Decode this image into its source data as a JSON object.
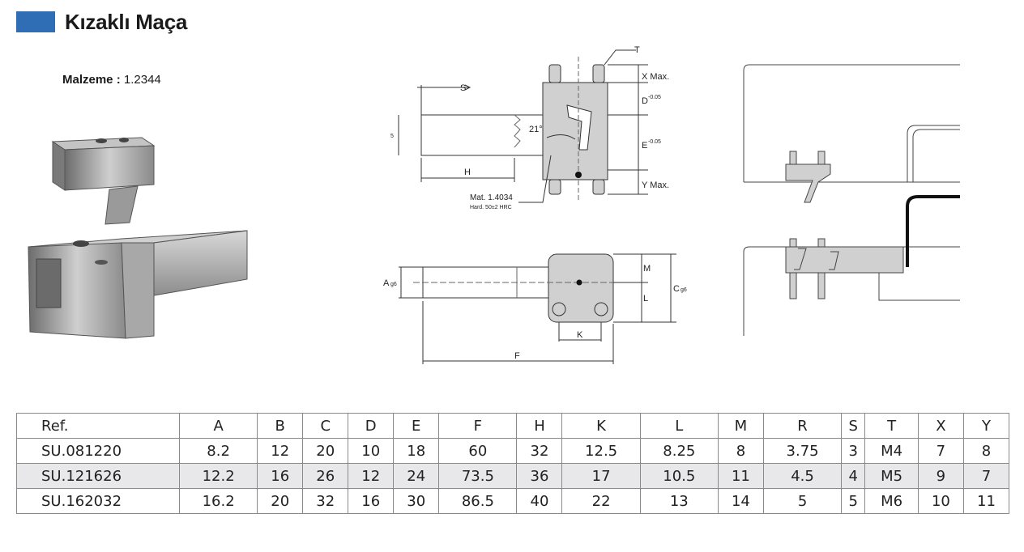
{
  "header": {
    "title": "Kızaklı Maça"
  },
  "material": {
    "label": "Malzeme :",
    "value": "1.2344"
  },
  "drawing_top": {
    "labels": {
      "S": "S",
      "T": "T",
      "X": "X Max.",
      "D": "D",
      "D_tol": "-0.05",
      "E": "E",
      "E_tol": "-0.05",
      "Y": "Y Max.",
      "H": "H",
      "five": "5",
      "angle": "21°",
      "mat": "Mat. 1.4034",
      "hard": "Hard. 50±2 HRC"
    }
  },
  "drawing_bottom": {
    "labels": {
      "A": "A",
      "A_fit": "g6",
      "C": "C",
      "C_fit": "g6",
      "M": "M",
      "L": "L",
      "K": "K",
      "F": "F"
    }
  },
  "table": {
    "headers": [
      "Ref.",
      "A",
      "B",
      "C",
      "D",
      "E",
      "F",
      "H",
      "K",
      "L",
      "M",
      "R",
      "S",
      "T",
      "X",
      "Y"
    ],
    "rows": [
      [
        "SU.081220",
        "8.2",
        "12",
        "20",
        "10",
        "18",
        "60",
        "32",
        "12.5",
        "8.25",
        "8",
        "3.75",
        "3",
        "M4",
        "7",
        "8"
      ],
      [
        "SU.121626",
        "12.2",
        "16",
        "26",
        "12",
        "24",
        "73.5",
        "36",
        "17",
        "10.5",
        "11",
        "4.5",
        "4",
        "M5",
        "9",
        "7"
      ],
      [
        "SU.162032",
        "16.2",
        "20",
        "32",
        "16",
        "30",
        "86.5",
        "40",
        "22",
        "13",
        "14",
        "5",
        "5",
        "M6",
        "10",
        "11"
      ]
    ]
  }
}
